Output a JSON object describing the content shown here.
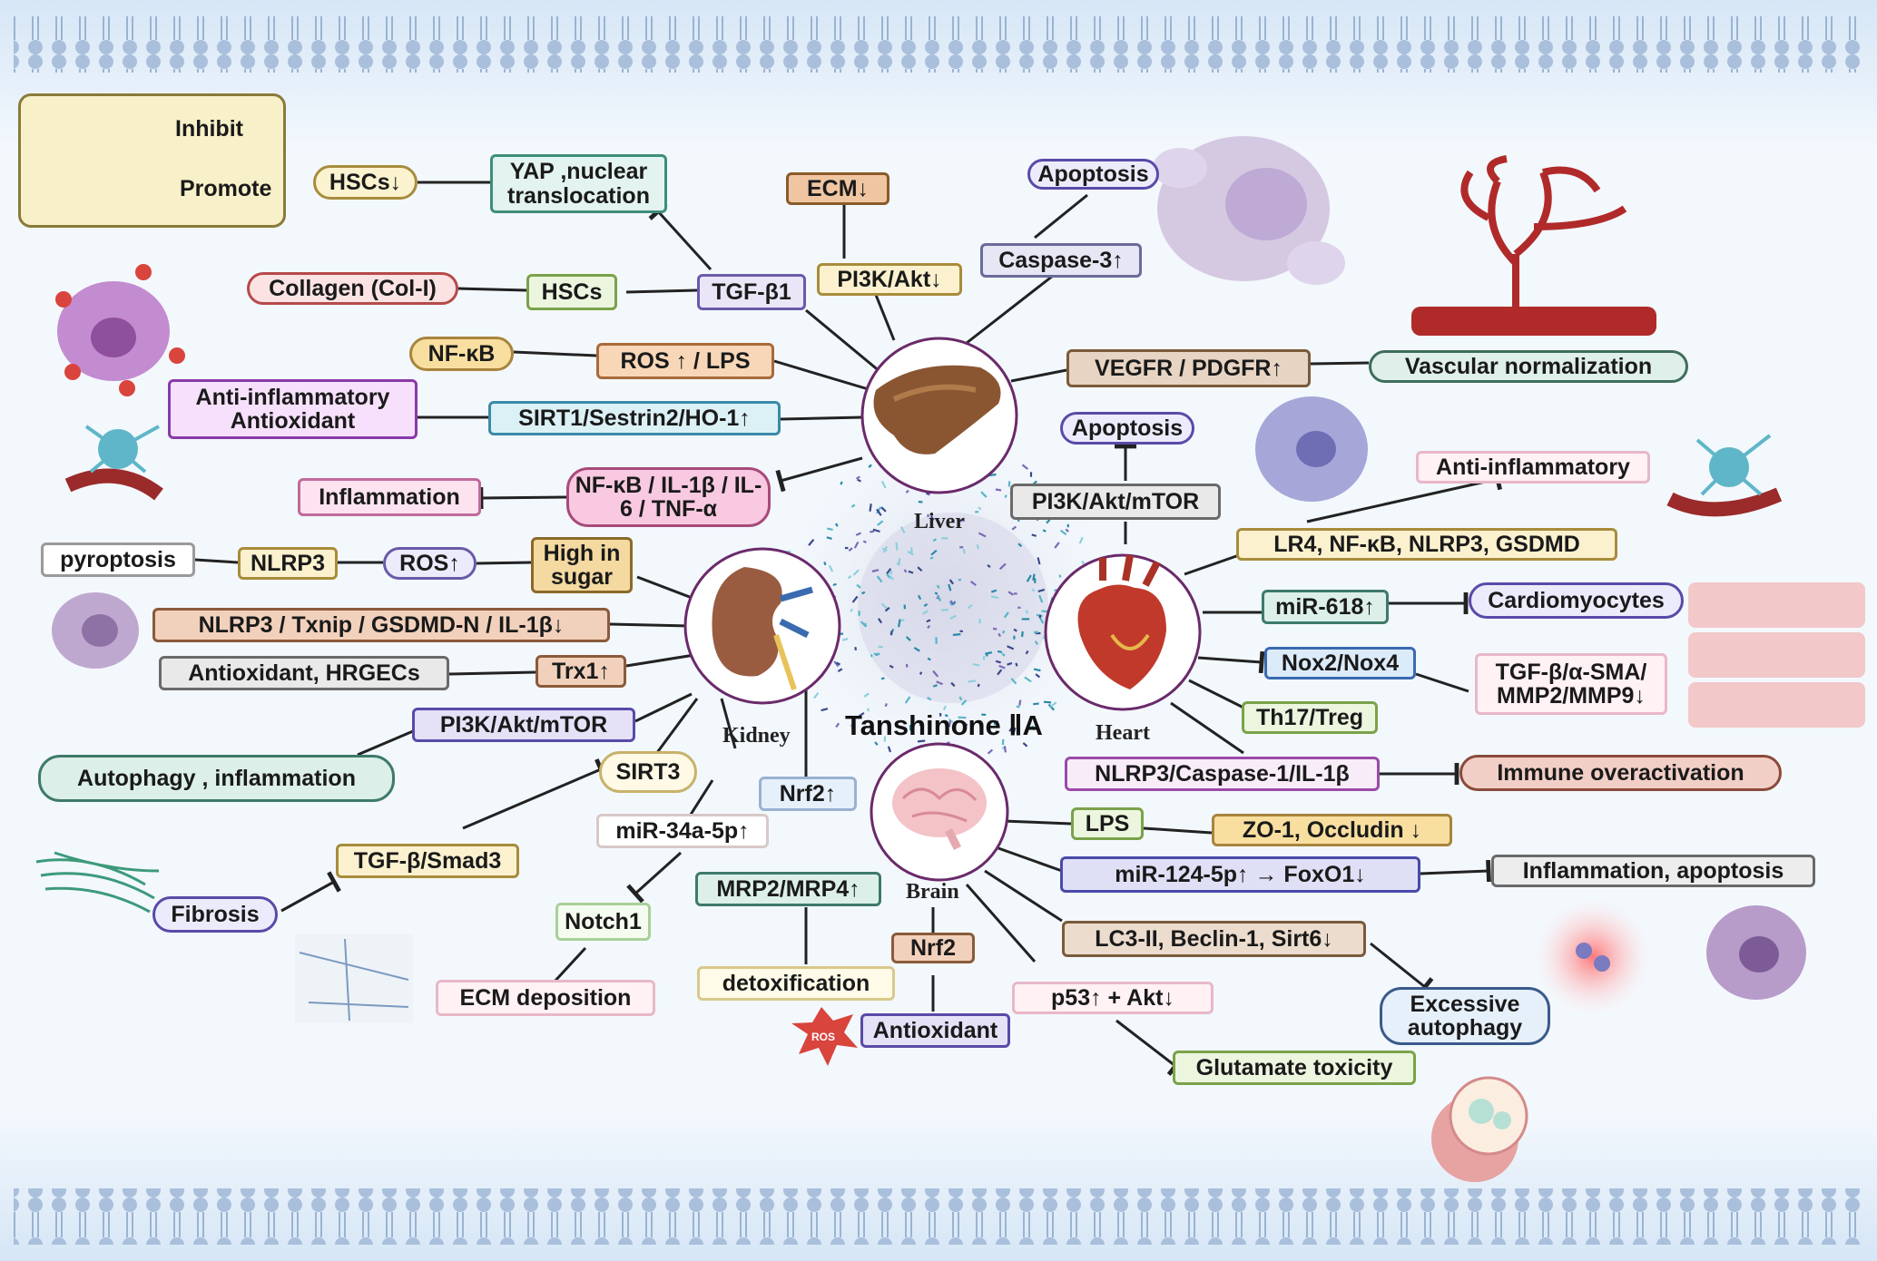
{
  "legend": {
    "inhibit": "Inhibit",
    "promote": "Promote"
  },
  "center": {
    "title": "Tanshinone ⅡA"
  },
  "organs": {
    "liver": "Liver",
    "kidney": "Kidney",
    "heart": "Heart",
    "brain": "Brain"
  },
  "liver": {
    "hscs_down": "HSCs↓",
    "yap": "YAP ,nuclear translocation",
    "tgf_b1": "TGF-β1",
    "collagen": "Collagen (Col-I)",
    "hscs": "HSCs",
    "nfkb": "NF-κB",
    "ros_lps": "ROS ↑ / LPS",
    "anti_inflam": "Anti-inflammatory Antioxidant",
    "sirt1": "SIRT1/Sestrin2/HO-1↑",
    "inflammation": "Inflammation",
    "cytokines": "NF-κB / IL-1β / IL-6 / TNF-α",
    "ecm": "ECM↓",
    "pi3k": "PI3K/Akt↓",
    "apoptosis": "Apoptosis",
    "caspase3": "Caspase-3↑",
    "vegfr": "VEGFR / PDGFR↑",
    "vascular": "Vascular normalization"
  },
  "kidney": {
    "pyroptosis": "pyroptosis",
    "nlrp3": "NLRP3",
    "ros": "ROS↑",
    "high_sugar": "High in sugar",
    "nlrp3_txnip": "NLRP3 / Txnip / GSDMD-N / IL-1β↓",
    "antioxidant_hrgecs": "Antioxidant,  HRGECs",
    "trx1": "Trx1↑",
    "pi3k_mtor": "PI3K/Akt/mTOR",
    "autophagy": "Autophagy , inflammation",
    "sirt3": "SIRT3",
    "tgf_smad3": "TGF-β/Smad3",
    "fibrosis": "Fibrosis",
    "mir34a": "miR-34a-5p↑",
    "notch1": "Notch1",
    "ecm_deposition": "ECM deposition"
  },
  "heart": {
    "apoptosis": "Apoptosis",
    "pi3k_mtor": "PI3K/Akt/mTOR",
    "anti_inflam": "Anti-inflammatory",
    "lr4": "LR4, NF-κB, NLRP3, GSDMD",
    "mir618": "miR-618↑",
    "cardiomyocytes": "Cardiomyocytes",
    "nox": "Nox2/Nox4",
    "tgf_sma": "TGF-β/α-SMA/ MMP2/MMP9↓",
    "th17": "Th17/Treg",
    "nlrp3_casp": "NLRP3/Caspase-1/IL-1β",
    "immune": "Immune overactivation"
  },
  "brain": {
    "nrf2_up": "Nrf2↑",
    "mrp": "MRP2/MRP4↑",
    "detox": "detoxification",
    "nrf2": "Nrf2",
    "antioxidant": "Antioxidant",
    "ros_star": "ROS",
    "lps": "LPS",
    "zo1": "ZO-1, Occludin ↓",
    "mir124": "miR-124-5p↑ → FoxO1↓",
    "inflam_apop": "Inflammation, apoptosis",
    "lc3": "LC3-II, Beclin-1, Sirt6↓",
    "excess_autophagy": "Excessive autophagy",
    "p53": "p53↑ + Akt↓",
    "glutamate": "Glutamate toxicity"
  },
  "colors": {
    "membrane": "#b4c8e0",
    "organ_ring": "#6a2a6a",
    "line": "#222222"
  }
}
